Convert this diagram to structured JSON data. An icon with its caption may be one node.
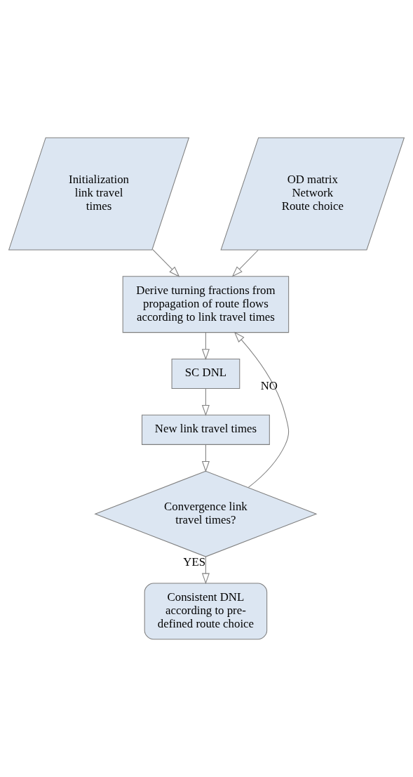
{
  "diagram": {
    "nodes": [
      {
        "text": [
          "Initialization link travel times"
        ]
      },
      {
        "text": [
          "OD matrix",
          "Network",
          "Route choice"
        ]
      },
      {
        "text": [
          "Derive turning fractions from propagation of route flows according to link travel times"
        ]
      },
      {
        "text": [
          "SC DNL"
        ]
      },
      {
        "text": [
          "New link travel times"
        ]
      },
      {
        "text": [
          "Convergence link travel times?"
        ]
      },
      {
        "text": [
          "Consistent DNL according to pre-defined route choice"
        ]
      }
    ],
    "edges": [
      {
        "from": 0,
        "to": 2,
        "arrow": "to"
      },
      {
        "from": 1,
        "to": 2,
        "arrow": "to"
      },
      {
        "from": 2,
        "to": 3,
        "arrow": "to"
      },
      {
        "from": 3,
        "to": 4,
        "arrow": "to"
      },
      {
        "from": 4,
        "to": 5,
        "arrow": "to"
      },
      {
        "from": 5,
        "to": 2,
        "arrow": "to",
        "label": "NO"
      },
      {
        "from": 5,
        "to": 6,
        "arrow": "to",
        "label": "YES"
      }
    ]
  }
}
